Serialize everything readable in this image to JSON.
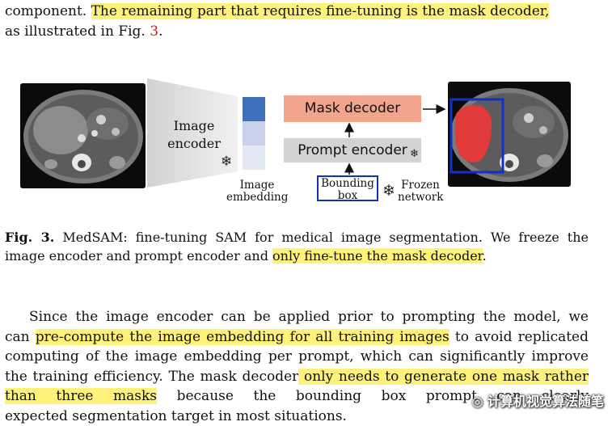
{
  "top_paragraph": {
    "line1_plain": "component. ",
    "line1_highlight": "The remaining part that requires fine-tuning is the mask decoder,",
    "line2_pre": "as illustrated in Fig. ",
    "line2_ref": "3",
    "line2_post": "."
  },
  "figure": {
    "encoder_label_1": "Image",
    "encoder_label_2": "encoder",
    "embedding_label_1": "Image",
    "embedding_label_2": "embedding",
    "mask_decoder": "Mask decoder",
    "prompt_encoder": "Prompt encoder",
    "bbox_label_1": "Bounding",
    "bbox_label_2": "box",
    "frozen_label_1": "Frozen",
    "frozen_label_2": "network",
    "snowflake": "❄",
    "colors": {
      "embedding_top": "#3d6fbd",
      "embedding_mid": "#c9d2ea",
      "embedding_bot": "#e4e8f3",
      "mask_decoder_bg": "#f2a58c",
      "prompt_encoder_bg": "#d3d3d3",
      "bbox_border": "#1330c4",
      "segmentation": "#e03a3a"
    }
  },
  "caption": {
    "label": "Fig. 3.",
    "line1_text": " MedSAM: fine-tuning SAM for medical image segmentation. We freeze the",
    "line2_plain": "image encoder and prompt encoder and ",
    "line2_highlight": "only fine-tune the mask decoder",
    "line2_post": "."
  },
  "body_paragraph": {
    "line1": "Since the image encoder can be applied prior to prompting the model, we",
    "line2_pre": "can ",
    "line2_highlight": "pre-compute the image embedding for all training images",
    "line2_post": " to avoid replicated",
    "line3": "computing of the image embedding per prompt, which can significantly improve",
    "line4_plain": "the training efficiency. The mask decoder",
    "line4_highlight": " only needs to generate one mask rather",
    "line5_highlight": "than three masks",
    "line5_post": " because the bounding box prompt can clearly",
    "line6": "expected segmentation target in most situations."
  },
  "watermark": "计算机视觉算法随笔"
}
